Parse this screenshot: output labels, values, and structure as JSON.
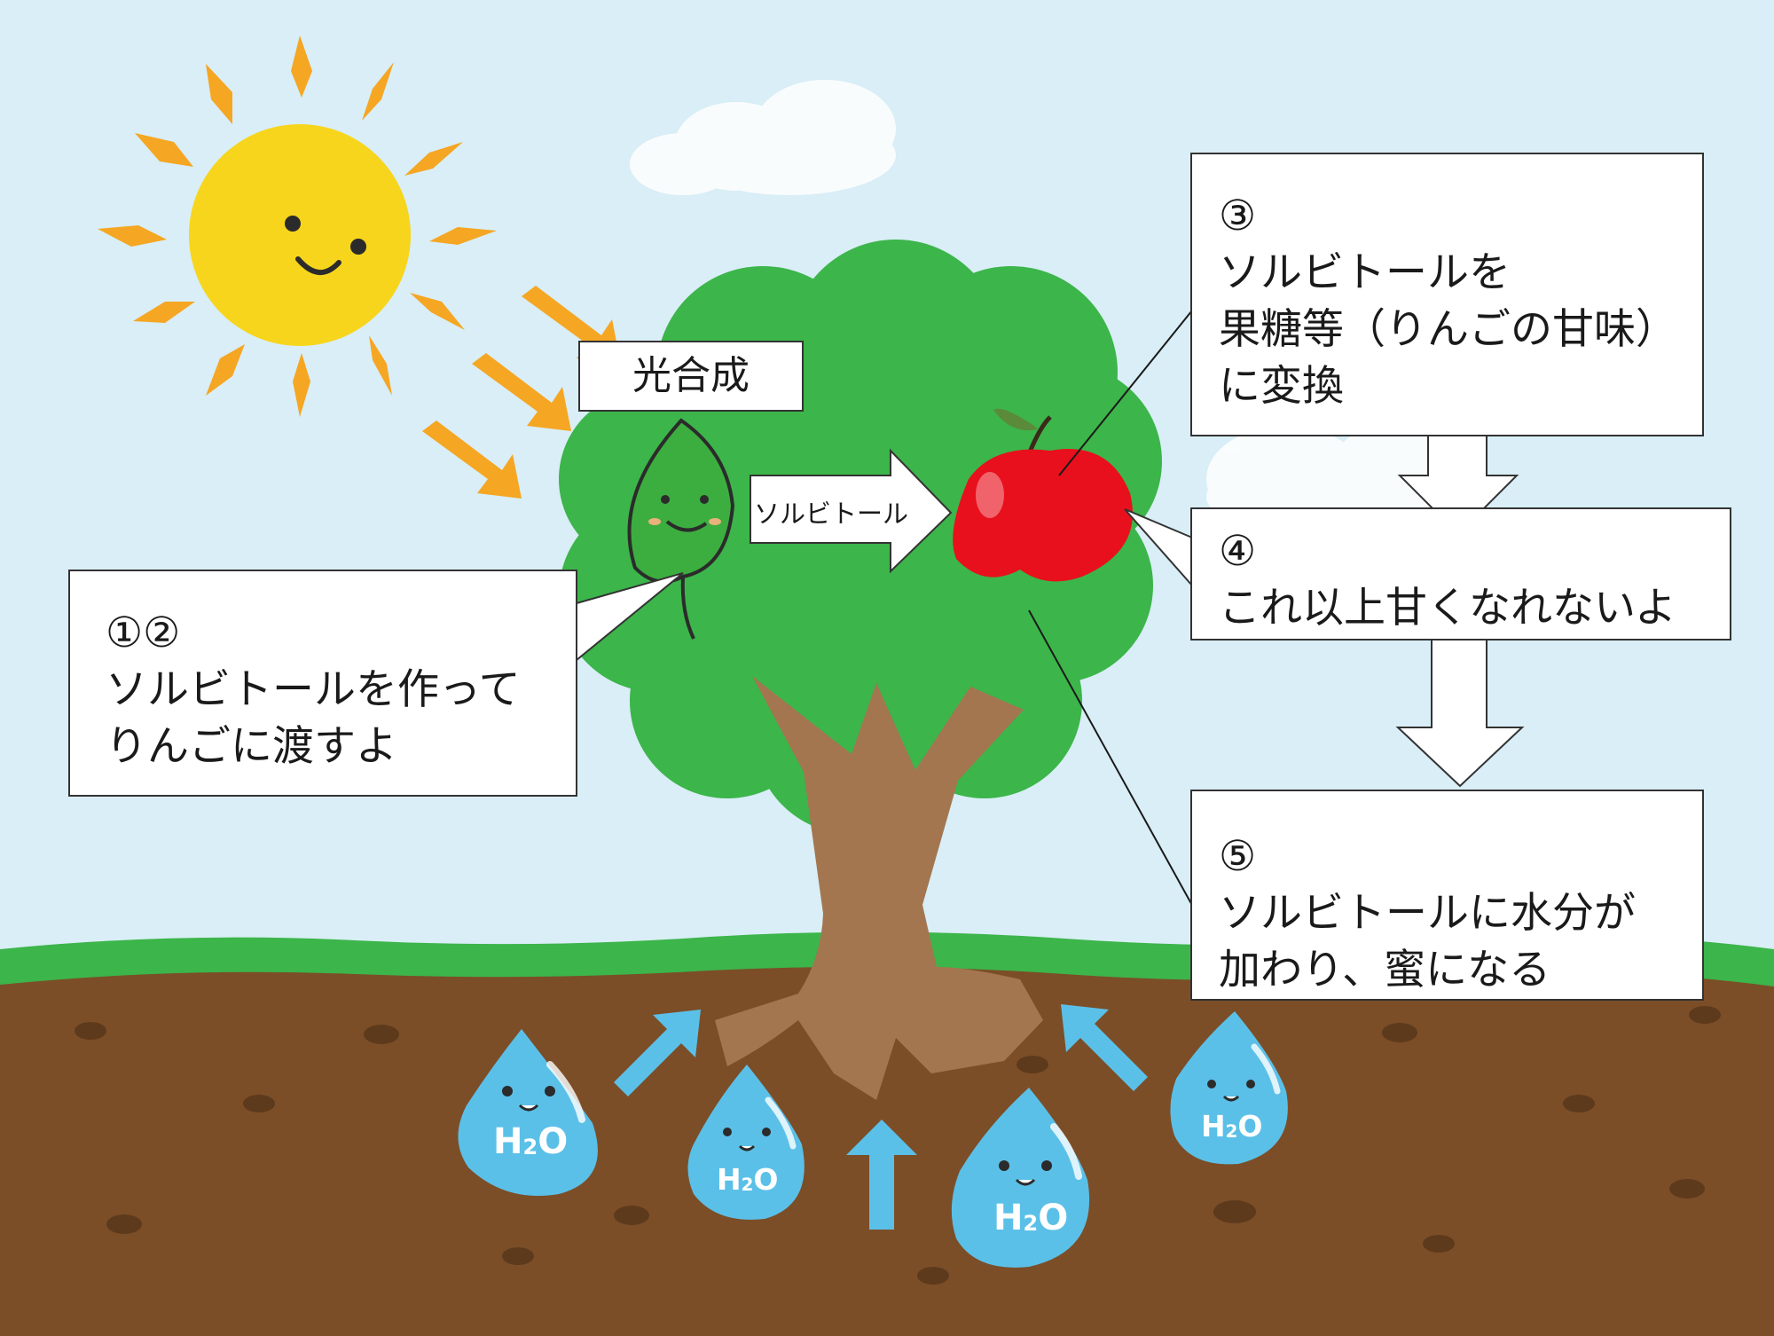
{
  "labels": {
    "photosynthesis": "光合成",
    "arrow_text": "ソルビトール",
    "water": {
      "main": "H",
      "sub": "2",
      "tail": "O"
    }
  },
  "steps": [
    {
      "number": "①②",
      "lines": [
        "ソルビトールを作って",
        "りんごに渡すよ"
      ]
    },
    {
      "number": "③",
      "lines": [
        "ソルビトールを",
        "果糖等（りんごの甘味）",
        "に変換"
      ]
    },
    {
      "number": "④",
      "lines": [
        "これ以上甘くなれないよ"
      ]
    },
    {
      "number": "⑤",
      "lines": [
        "ソルビトールに水分が",
        "加わり、蜜になる"
      ]
    }
  ],
  "colors": {
    "sky": "#d9eef6",
    "sun": "#f7d51c",
    "sun_ray": "#f5a623",
    "light_arrow": "#f5a623",
    "foliage": "#3cb54a",
    "trunk": "#a37650",
    "grass": "#3cb54a",
    "soil": "#7b4e28",
    "apple": "#e8101c",
    "water": "#5bc0e8",
    "water_arrow": "#5bc0e8",
    "leaf": "#3cae3f"
  }
}
